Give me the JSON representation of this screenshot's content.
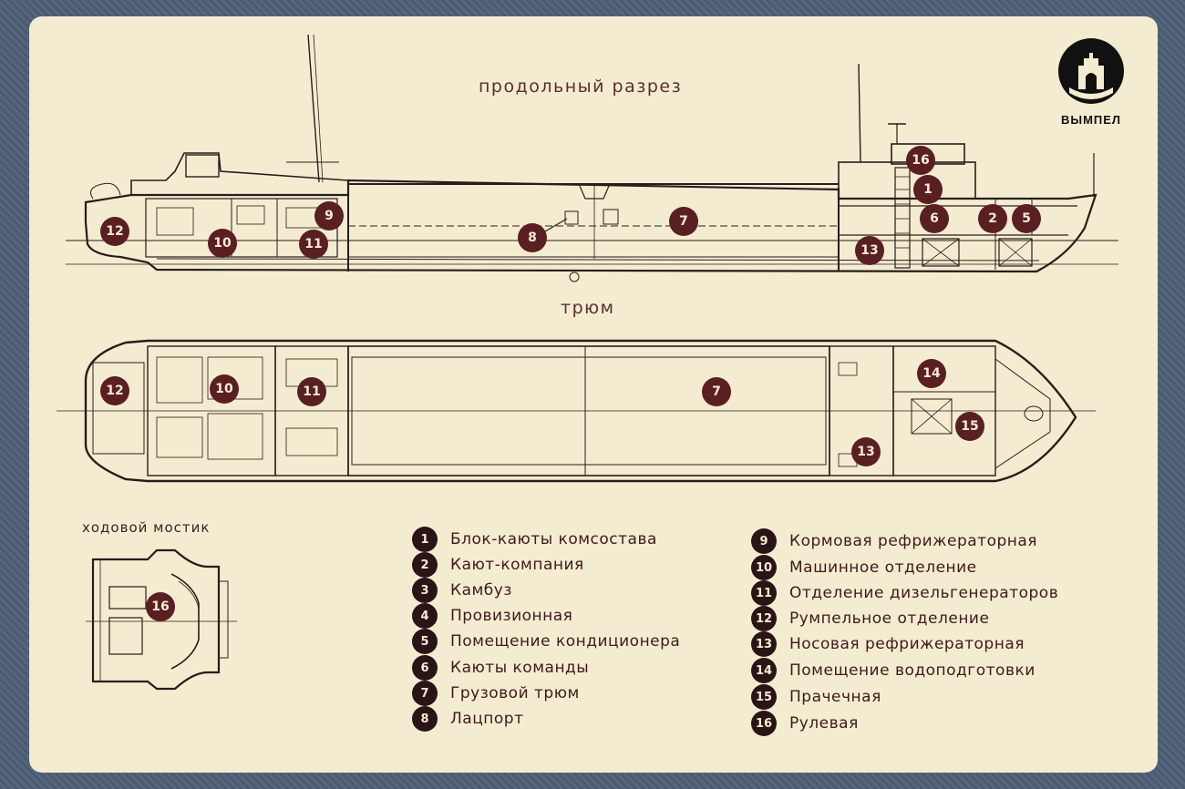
{
  "titles": {
    "section": "продольный разрез",
    "hold": "трюм",
    "bridge": "ходовой мостик"
  },
  "logo": {
    "text": "ВЫМПЕЛ"
  },
  "markers": {
    "section": [
      "9",
      "12",
      "10",
      "11",
      "8",
      "7",
      "16",
      "1",
      "6",
      "2",
      "5",
      "13"
    ],
    "plan": [
      "12",
      "10",
      "11",
      "7",
      "14",
      "15",
      "13"
    ],
    "bridge": [
      "16"
    ]
  },
  "legend": [
    {
      "num": "1",
      "label": "Блок-каюты комсостава"
    },
    {
      "num": "2",
      "label": "Кают-компания"
    },
    {
      "num": "3",
      "label": "Камбуз"
    },
    {
      "num": "4",
      "label": "Провизионная"
    },
    {
      "num": "5",
      "label": "Помещение кондиционера"
    },
    {
      "num": "6",
      "label": "Каюты команды"
    },
    {
      "num": "7",
      "label": "Грузовой трюм"
    },
    {
      "num": "8",
      "label": "Лацпорт"
    },
    {
      "num": "9",
      "label": "Кормовая рефрижераторная"
    },
    {
      "num": "10",
      "label": "Машинное отделение"
    },
    {
      "num": "11",
      "label": "Отделение дизельгенераторов"
    },
    {
      "num": "12",
      "label": "Румпельное отделение"
    },
    {
      "num": "13",
      "label": "Носовая рефрижераторная"
    },
    {
      "num": "14",
      "label": "Помещение водоподготовки"
    },
    {
      "num": "15",
      "label": "Прачечная"
    },
    {
      "num": "16",
      "label": "Рулевая"
    }
  ],
  "colors": {
    "paper": "#f4ecd0",
    "ink": "#2a1c1c",
    "marker": "#5a1f22",
    "title": "#5a2e32"
  }
}
